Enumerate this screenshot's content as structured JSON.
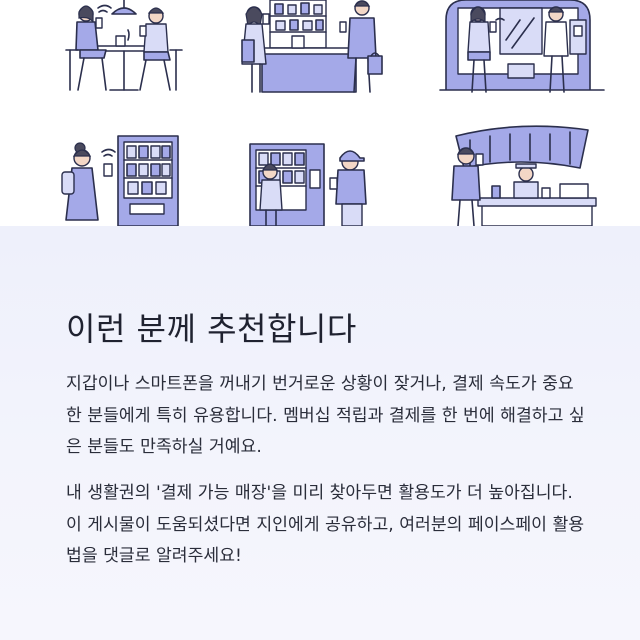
{
  "heading": "이런 분께 추천합니다",
  "paragraphs": [
    "지갑이나 스마트폰을 꺼내기 번거로운 상황이 잦거나, 결제 속도가 중요한 분들에게 특히 유용합니다. 멤버십 적립과 결제를 한 번에 해결하고 싶은 분들도 만족하실 거예요.",
    "내 생활권의 '결제 가능 매장'을 미리 찾아두면 활용도가 더 높아집니다. 이 게시물이 도움되셨다면 지인에게 공유하고, 여러분의 페이스페이 활용법을 댓글로 알려주세요!"
  ],
  "colors": {
    "accent": "#a4a9e8",
    "line": "#2b2f4d",
    "bg": "#eef0fb"
  }
}
